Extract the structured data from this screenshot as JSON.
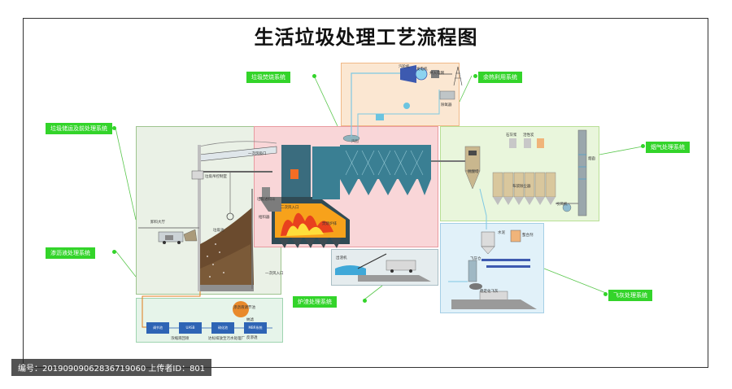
{
  "title": "生活垃圾处理工艺流程图",
  "labels": {
    "collection": "垃圾储运及前处理系统",
    "incineration": "垃圾焚烧系统",
    "heat": "余热利用系统",
    "flue": "烟气处理系统",
    "leachate": "渗沥液处理系统",
    "slag": "炉渣处理系统",
    "flyash": "飞灰处理系统"
  },
  "annotations": {
    "crane": "垃圾吊控制室",
    "deodor": "一次风吸口",
    "pit": "垃圾池",
    "unload": "卸料大厅",
    "hopper": "垃圾进料斗",
    "feeder": "给料器",
    "primary_air": "一次风入口",
    "secondary_air": "二次风入口",
    "grate": "焚烧炉排",
    "steam": "汽包",
    "turbine": "汽轮机",
    "generator": "发电机",
    "grid": "并入电网",
    "boiler": "余热锅炉",
    "water_tank": "除氧器",
    "bag_filter": "布袋除尘器",
    "tower": "脱酸塔",
    "chimney": "烟囱",
    "lime": "石灰浆",
    "carbon": "活性炭",
    "cement": "水泥",
    "chelate": "螯合剂",
    "fan": "引风机",
    "slag_conveyor": "出渣机",
    "ash_silo": "飞灰仓",
    "ash_truck": "稳定化飞灰",
    "leach_pool": "渗沥液调节池"
  },
  "leachate_steps": [
    "调节池",
    "UASB",
    "硝化池",
    "MBR系统",
    "纳滤",
    "反渗透"
  ],
  "leachate_end": "达标排放至污水处理厂",
  "leachate_tank": "浓缩液回喷",
  "watermark": "编号：20190909062836719060 上传者ID：801",
  "colors": {
    "green_label": "#33d42a",
    "boiler_blue": "#3a7f93",
    "fire": "#f39a1a"
  }
}
